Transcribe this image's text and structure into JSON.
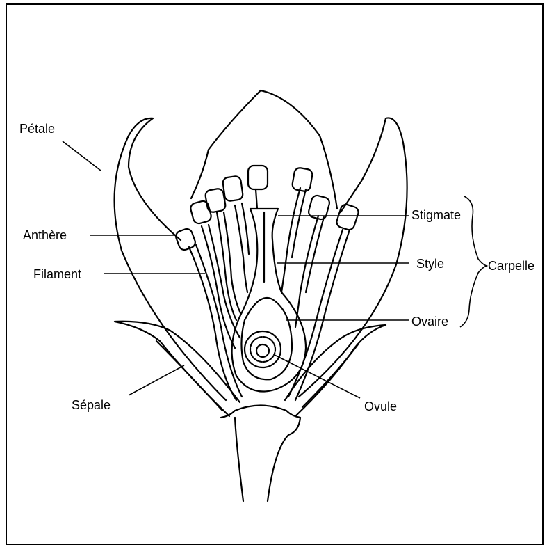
{
  "labels": {
    "petale": "Pétale",
    "anthere": "Anthère",
    "filament": "Filament",
    "sepale": "Sépale",
    "stigmate": "Stigmate",
    "style": "Style",
    "ovaire": "Ovaire",
    "ovule": "Ovule",
    "carpelle": "Carpelle"
  },
  "colors": {
    "stroke": "#000000",
    "fill": "#ffffff"
  }
}
